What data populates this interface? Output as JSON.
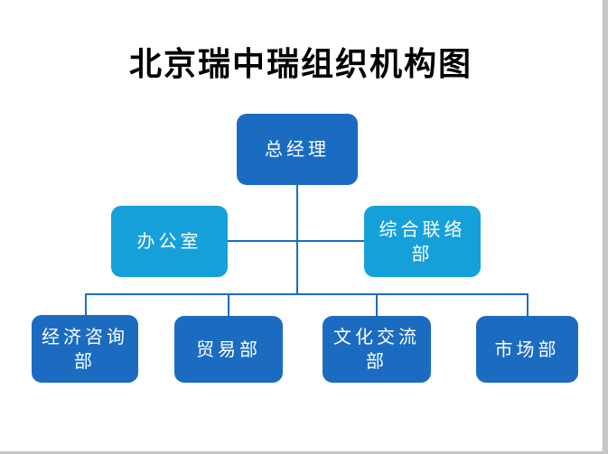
{
  "title": {
    "text": "北京瑞中瑞组织机构图"
  },
  "chart": {
    "type": "org-chart",
    "colors": {
      "primary_fill": "#1b6cc1",
      "secondary_fill": "#16a0d9",
      "connector": "#1b6cc1",
      "node_text": "#ffffff",
      "title_text": "#000000",
      "page_background": "#ffffff",
      "page_edge": "#c7c7c7"
    },
    "nodes": [
      {
        "label": "总经理",
        "level": 1,
        "parent": null,
        "style": "primary"
      },
      {
        "label": "办公室",
        "level": 2,
        "parent": "总经理",
        "style": "secondary"
      },
      {
        "label": "综合联络部",
        "level": 2,
        "parent": "总经理",
        "style": "secondary"
      },
      {
        "label": "经济咨询部",
        "level": 3,
        "parent": "总经理",
        "style": "primary"
      },
      {
        "label": "贸易部",
        "level": 3,
        "parent": "总经理",
        "style": "primary"
      },
      {
        "label": "文化交流部",
        "level": 3,
        "parent": "总经理",
        "style": "primary"
      },
      {
        "label": "市场部",
        "level": 3,
        "parent": "总经理",
        "style": "primary"
      }
    ]
  }
}
